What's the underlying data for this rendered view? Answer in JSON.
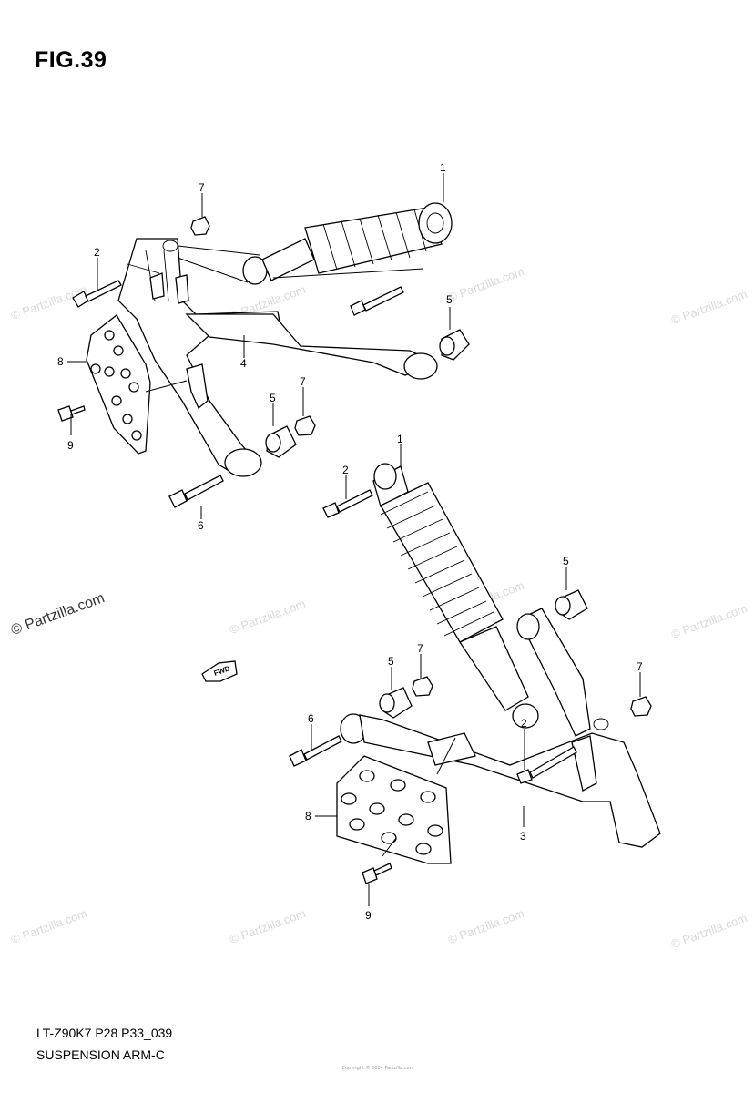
{
  "figure": {
    "title": "FIG.39",
    "footer_line1": "LT-Z90K7 P28 P33_039",
    "footer_line2": "SUSPENSION ARM-C",
    "copyright": "Copyright © 2024 Partzilla.com"
  },
  "watermarks": [
    "© Partzilla.com",
    "© Partzilla.com",
    "© Partzilla.com",
    "© Partzilla.com",
    "© Partzilla.com",
    "© Partzilla.com",
    "© Partzilla.com",
    "© Partzilla.com",
    "© Partzilla.com",
    "© Partzilla.com",
    "© Partzilla.com",
    "© Partzilla.com"
  ],
  "fwd_label": "FWD",
  "callouts": {
    "top_1": "1",
    "top_2": "2",
    "top_4": "4",
    "top_5a": "5",
    "top_5b": "5",
    "top_6": "6",
    "top_7a": "7",
    "top_7b": "7",
    "top_8": "8",
    "top_9": "9",
    "bot_1": "1",
    "bot_2a": "2",
    "bot_2b": "2",
    "bot_3": "3",
    "bot_5a": "5",
    "bot_5b": "5",
    "bot_6": "6",
    "bot_7a": "7",
    "bot_7b": "7",
    "bot_8": "8",
    "bot_9": "9"
  }
}
